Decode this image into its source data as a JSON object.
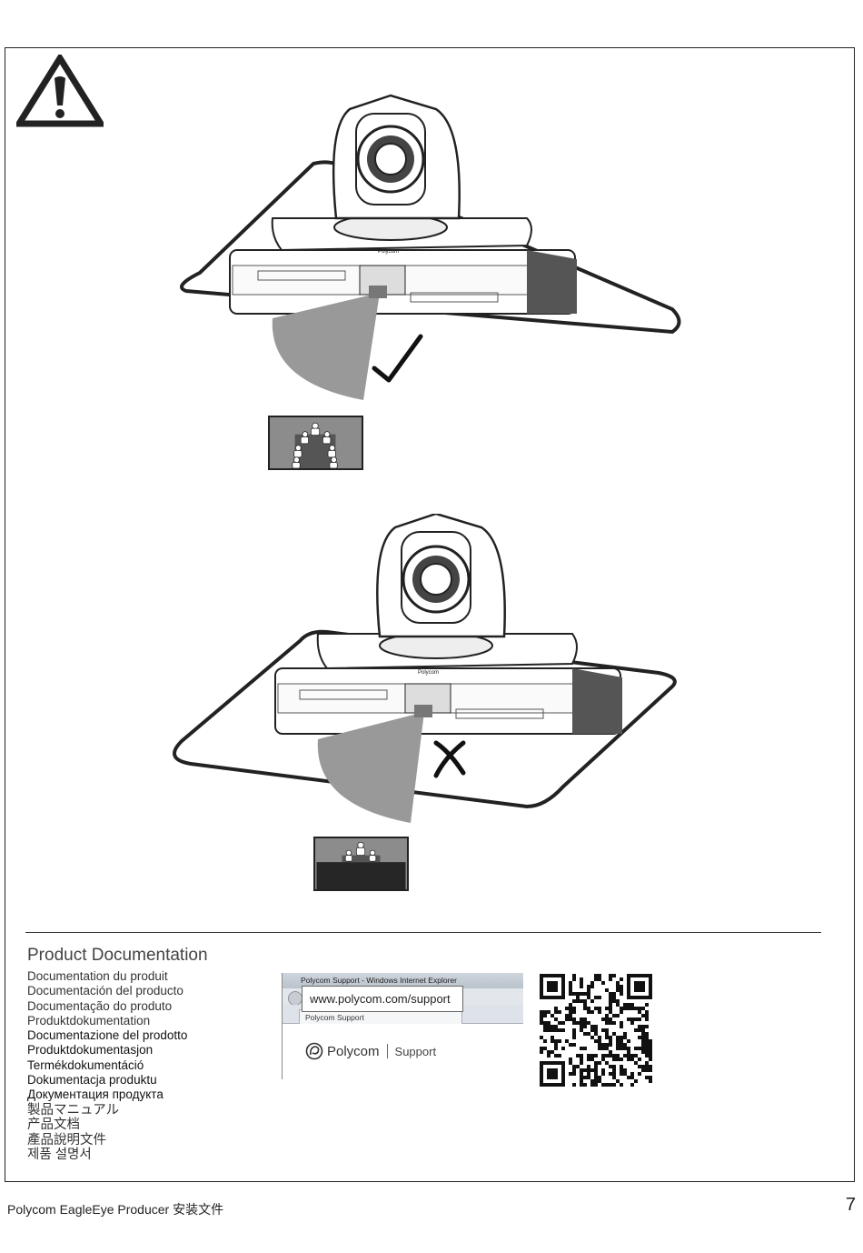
{
  "documentation": {
    "title": "Product Documentation",
    "languages": [
      "Documentation du produit",
      "Documentación del producto",
      "Documentação do produto",
      "Produktdokumentation",
      "Documentazione del prodotto",
      "Produktdokumentasjon",
      "Termékdokumentáció",
      "Dokumentacja produktu",
      "Документация продукта",
      "製品マニュアル",
      "产品文档",
      "產品說明文件",
      "제품 설명서"
    ]
  },
  "browser": {
    "window_title": "Polycom Support - Windows Internet Explorer",
    "url": "www.polycom.com/support",
    "tab_label": "Polycom Support",
    "brand_name": "Polycom",
    "brand_section": "Support"
  },
  "device": {
    "logo_text": "Polycom"
  },
  "icons": {
    "warning": "warning-triangle-icon",
    "correct": "checkmark-icon",
    "incorrect": "cross-icon"
  },
  "footer": {
    "product": "Polycom EagleEye Producer 安装文件",
    "page": "7"
  }
}
